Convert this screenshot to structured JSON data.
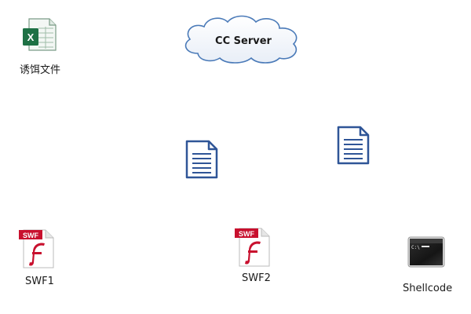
{
  "cloud": {
    "label": "CC Server"
  },
  "bait_file": {
    "label": "诱饵文件",
    "icon": "excel-file-icon",
    "badge": "X"
  },
  "documents": [
    {
      "icon": "document-icon"
    },
    {
      "icon": "document-icon"
    }
  ],
  "swf1": {
    "label": "SWF1",
    "badge": "SWF",
    "icon": "flash-swf-file-icon"
  },
  "swf2": {
    "label": "SWF2",
    "badge": "SWF",
    "icon": "flash-swf-file-icon"
  },
  "shellcode": {
    "label": "Shellcode",
    "prompt": "C:\\",
    "icon": "console-window-icon"
  },
  "colors": {
    "excel_green": "#1e7145",
    "doc_blue": "#2f5597",
    "swf_red": "#c8102e",
    "cloud_outline": "#4a7ab8"
  }
}
